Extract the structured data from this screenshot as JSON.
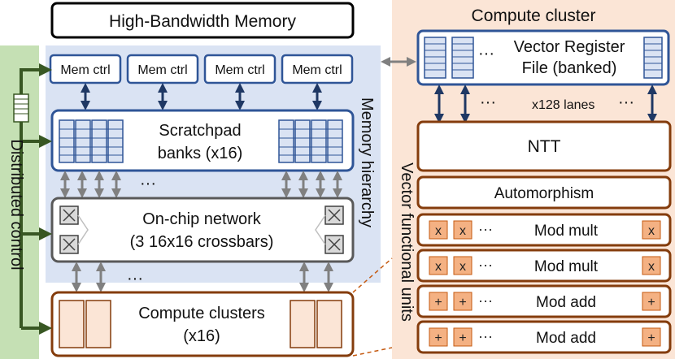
{
  "hbm": {
    "label": "High-Bandwidth Memory"
  },
  "mem_ctrl": {
    "label": "Mem ctrl"
  },
  "scratchpad": {
    "line1": "Scratchpad",
    "line2": "banks (x16)"
  },
  "network": {
    "line1": "On-chip network",
    "line2": "(3 16x16 crossbars)"
  },
  "compute_clusters": {
    "line1": "Compute clusters",
    "line2": "(x16)"
  },
  "memory_hierarchy": {
    "label": "Memory hierarchy"
  },
  "distributed_control": {
    "label": "Distributed control"
  },
  "cluster": {
    "title": "Compute cluster",
    "vrf_line1": "Vector Register",
    "vrf_line2": "File (banked)",
    "lanes": "x128 lanes",
    "vfu_label": "Vector functional units",
    "units": [
      {
        "label": "NTT",
        "symbol": ""
      },
      {
        "label": "Automorphism",
        "symbol": ""
      },
      {
        "label": "Mod mult",
        "symbol": "x"
      },
      {
        "label": "Mod mult",
        "symbol": "x"
      },
      {
        "label": "Mod add",
        "symbol": "+"
      },
      {
        "label": "Mod add",
        "symbol": "+"
      }
    ]
  },
  "ellipsis": "···",
  "colors": {
    "blue_dark": "#2f5597",
    "blue_bg": "#dae3f3",
    "orange_dark": "#843c0c",
    "orange_bg": "#fbe5d6",
    "unit_box": "#f4b183",
    "green_bg": "#c5e0b4",
    "green_dark": "#385723",
    "gray": "#7f7f7f"
  }
}
